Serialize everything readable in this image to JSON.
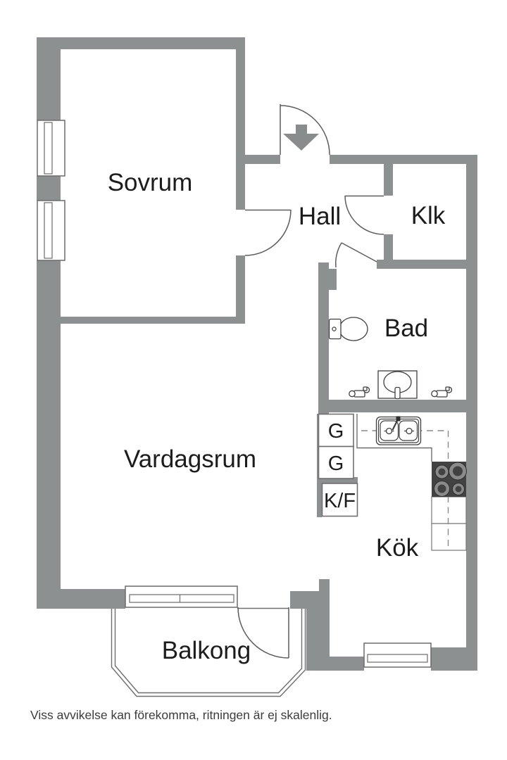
{
  "rooms": {
    "sovrum": {
      "label": "Sovrum"
    },
    "hall": {
      "label": "Hall"
    },
    "klk": {
      "label": "Klk"
    },
    "bad": {
      "label": "Bad"
    },
    "vardagsrum": {
      "label": "Vardagsrum"
    },
    "kok": {
      "label": "Kök"
    },
    "balkong": {
      "label": "Balkong"
    }
  },
  "cabinets": {
    "g1": {
      "label": "G"
    },
    "g2": {
      "label": "G"
    },
    "kf": {
      "label": "K/F"
    }
  },
  "footer": {
    "disclaimer": "Viss avvikelse kan förekomma, ritningen är ej skalenlig."
  },
  "colors": {
    "wall": "#8d9090",
    "line": "#5c5c5c",
    "stove": "#424242",
    "label_text": "#1c1c1c",
    "footer_text": "#3c3c3c"
  },
  "icons": {
    "entrance-arrow-icon": "filled arrow pointing down into entry door",
    "toilet-icon": "plan symbol toilet",
    "bathroom-sink-icon": "plan symbol washbasin",
    "water-valve-icon": "plan symbol water connection",
    "kitchen-sink-icon": "plan symbol double sink",
    "stove-icon": "plan symbol 4-burner stove"
  }
}
